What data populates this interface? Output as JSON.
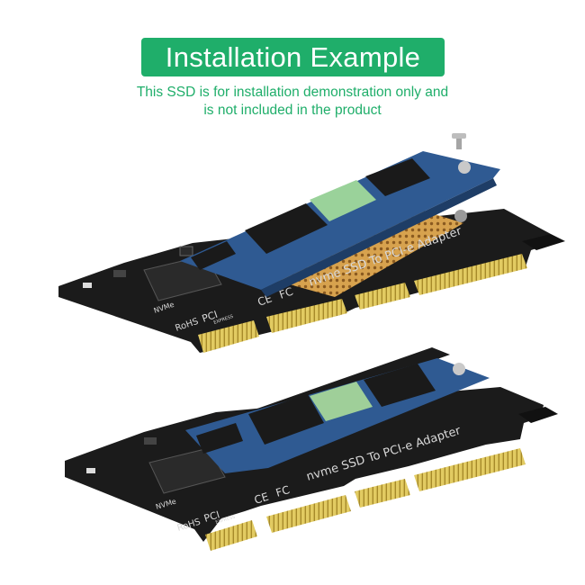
{
  "banner": {
    "title": "Installation Example"
  },
  "subtitle": {
    "line1": "This SSD is for installation demonstration only and",
    "line2": "is not included in the product"
  },
  "card_labels": {
    "product": "nvme SSD To PCI-e Adapter",
    "nvme": "NVMe",
    "rohs": "RoHS",
    "pci": "PCI",
    "express": "EXPRESS",
    "ce": "CE",
    "fc": "FC"
  },
  "colors": {
    "accent": "#1fae6a",
    "pcb": "#1b1b1b",
    "ssd": "#2f5a92",
    "gold": "#d6bf5a"
  }
}
